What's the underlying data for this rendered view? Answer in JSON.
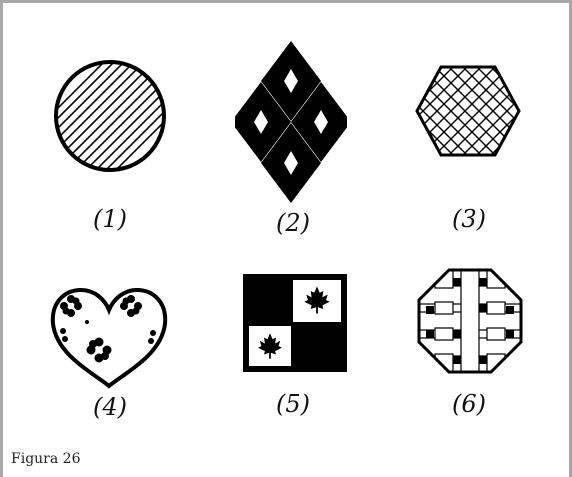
{
  "figure": {
    "caption": "Figura 26",
    "labels": [
      "(1)",
      "(2)",
      "(3)",
      "(4)",
      "(5)",
      "(6)"
    ],
    "shapes": [
      "striped-circle-icon",
      "diamond-cluster-icon",
      "crosshatched-hexagon-icon",
      "flowered-heart-icon",
      "maple-leaf-checkerboard-icon",
      "woven-octagon-icon"
    ],
    "colors": {
      "ink": "#000000",
      "paper": "#ffffff",
      "frame": "#a8a8a8"
    }
  }
}
